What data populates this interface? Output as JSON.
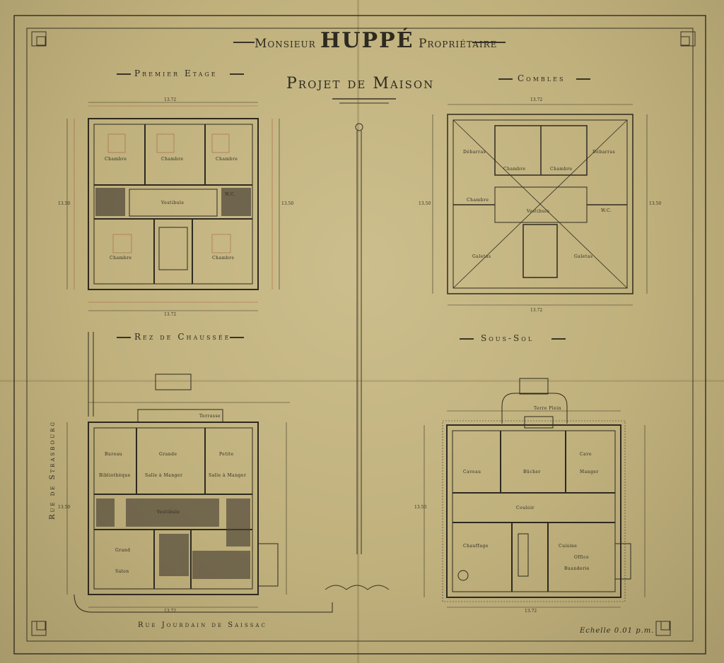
{
  "header": {
    "owner_prefix": "Monsieur",
    "owner_name": "HUPPÉ",
    "owner_suffix": "Propriétaire",
    "project_title": "Projet de Maison"
  },
  "plans": {
    "first_floor": {
      "title": "Premier Etage",
      "rooms": [
        "Chambre",
        "Chambre",
        "Chambre",
        "Vestibule",
        "W.C.",
        "Chambre",
        "Chambre"
      ],
      "dims": [
        "13.72",
        "13.72",
        "13.50",
        "13.50"
      ]
    },
    "attic": {
      "title": "Combles",
      "rooms": [
        "Débarras",
        "Chambre",
        "Chambre",
        "Débarras",
        "Chambre",
        "Vestibule",
        "W.C.",
        "Galetas",
        "Galetas"
      ],
      "dims": [
        "13.72",
        "13.72",
        "13.50",
        "13.50"
      ]
    },
    "ground_floor": {
      "title": "Rez de Chaussée",
      "rooms": [
        "Bureau",
        "Grande",
        "Petite",
        "Bibliothèque",
        "Salle à Manger",
        "Salle à Manger",
        "Vestibule",
        "Grand",
        "Salon",
        "Terrasse"
      ],
      "dims": [
        "13.72",
        "13.50"
      ]
    },
    "basement": {
      "title": "Sous-Sol",
      "rooms": [
        "Terre Plein",
        "Caveau",
        "Bûcher",
        "Cave",
        "Manger",
        "Couloir",
        "Chauffage",
        "Cuisine",
        "Office",
        "Buanderie"
      ],
      "dims": [
        "13.72",
        "13.50"
      ]
    }
  },
  "street_bottom": "Rue Jourdain de Saissac",
  "street_left": "Rue de Strasbourg",
  "scale": "Echelle 0.01 p.m."
}
